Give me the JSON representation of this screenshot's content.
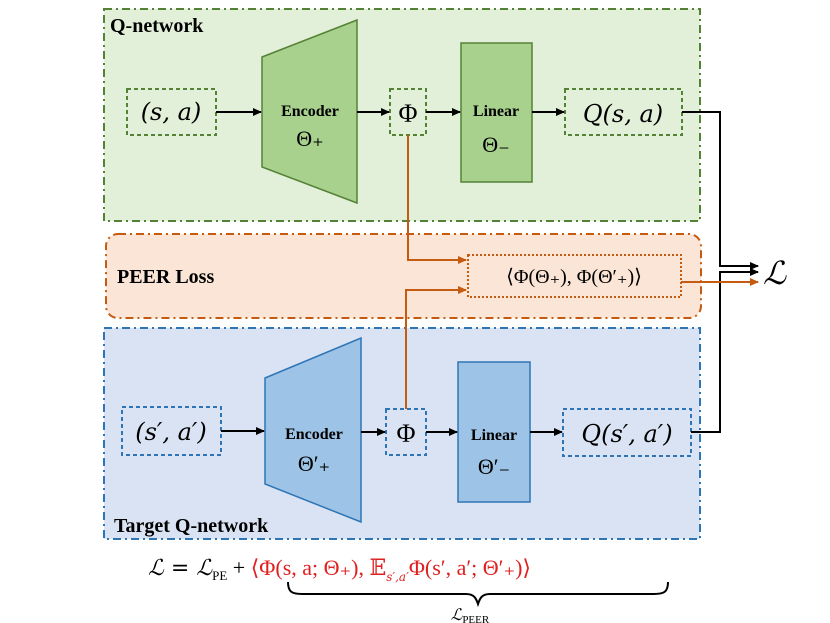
{
  "q_network": {
    "title": "Q-network",
    "input": "(s, a)",
    "encoder_label": "Encoder",
    "encoder_param": "Θ₊",
    "phi": "Φ",
    "linear_label": "Linear",
    "linear_param": "Θ₋",
    "output": "Q(s, a)"
  },
  "peer_loss": {
    "title": "PEER Loss",
    "formula": "⟨Φ(Θ₊), Φ(Θ′₊)⟩"
  },
  "target_network": {
    "title": "Target Q-network",
    "input": "(s′, a′)",
    "encoder_label": "Encoder",
    "encoder_param": "Θ′₊",
    "phi": "Φ",
    "linear_label": "Linear",
    "linear_param": "Θ′₋",
    "output": "Q(s′, a′)"
  },
  "loss_symbol": "ℒ",
  "bottom_formula": {
    "prefix": "ℒ = ℒ",
    "prefix_sub": "PE",
    "plus": " + ",
    "peer_term": "⟨Φ(s, a; Θ₊), 𝔼",
    "peer_term_sub": "s′,a′",
    "peer_term_rest": "Φ(s′, a′; Θ′₊)⟩",
    "brace_label": "ℒ",
    "brace_label_sub": "PEER"
  },
  "colors": {
    "green_fill": "#e2efd9",
    "green_border": "#548235",
    "green_shape": "#a9d18e",
    "orange_fill": "#fbe5d6",
    "orange_border": "#c55a11",
    "blue_fill": "#dae3f3",
    "blue_border": "#2e75b6",
    "blue_shape": "#9dc3e6",
    "red_text": "#e02020"
  }
}
